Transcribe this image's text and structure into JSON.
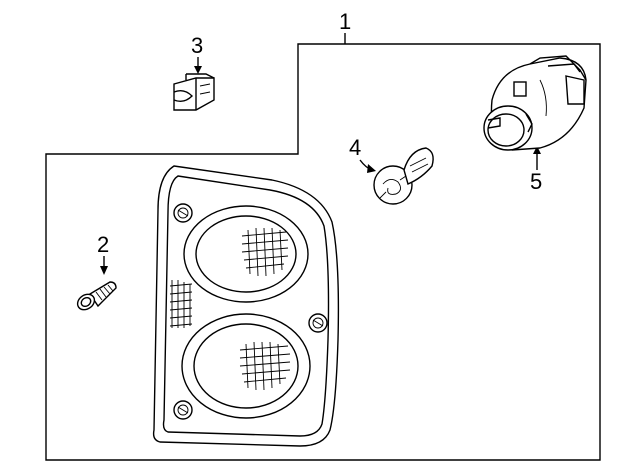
{
  "callouts": {
    "c1": "1",
    "c2": "2",
    "c3": "3",
    "c4": "4",
    "c5": "5"
  },
  "parts": {
    "assembly": "tail-lamp-assembly",
    "screw": "screw",
    "clip": "retainer-clip",
    "bulb": "bulb",
    "socket": "bulb-socket"
  }
}
